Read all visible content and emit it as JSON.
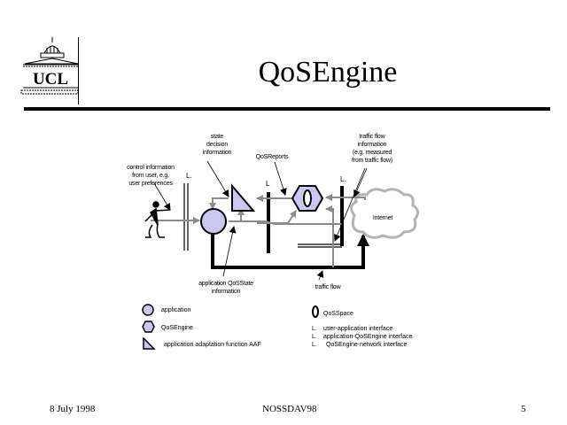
{
  "slide": {
    "title": "QoSEngine",
    "logo": {
      "text": "UCL",
      "icon": "ucl-portico-logo-icon"
    },
    "footer": {
      "date": "8 July 1998",
      "event": "NOSSDAV98",
      "page_number": "5"
    }
  },
  "diagram": {
    "labels": {
      "state_decision": [
        "state",
        "decision",
        "information"
      ],
      "qos_reports": "QoSReports",
      "traffic_flow_info": [
        "traffic flow",
        "information",
        "(e.g. measured",
        "from traffic flow)"
      ],
      "control_info": [
        "control information",
        "from user, e.g.",
        "user preferences"
      ],
      "internet": "Internet",
      "app_qosstate": [
        "application QoSState",
        "information"
      ],
      "traffic_flow": "traffic flow"
    },
    "colors": {
      "node_fill": "#c8c8f0",
      "arrow_gray": "#8c8c8c",
      "cloud_gray": "#b4b4b4",
      "line_black": "#000000"
    }
  },
  "legend": {
    "left": [
      {
        "icon": "circle-icon",
        "label": "application"
      },
      {
        "icon": "hexagon-icon",
        "label": "QoSEngine"
      },
      {
        "icon": "triangle-icon",
        "label": "application adaptation function AAF"
      }
    ],
    "right": [
      {
        "icon": "qosspace-icon",
        "label": "QoSSpace"
      },
      {
        "icon": "interface-icon",
        "label": "user-application interface"
      },
      {
        "icon": "interface-icon",
        "label": "application-QoSEngine interface"
      },
      {
        "icon": "interface-icon",
        "label": "QoSEngine-network interface"
      }
    ]
  }
}
